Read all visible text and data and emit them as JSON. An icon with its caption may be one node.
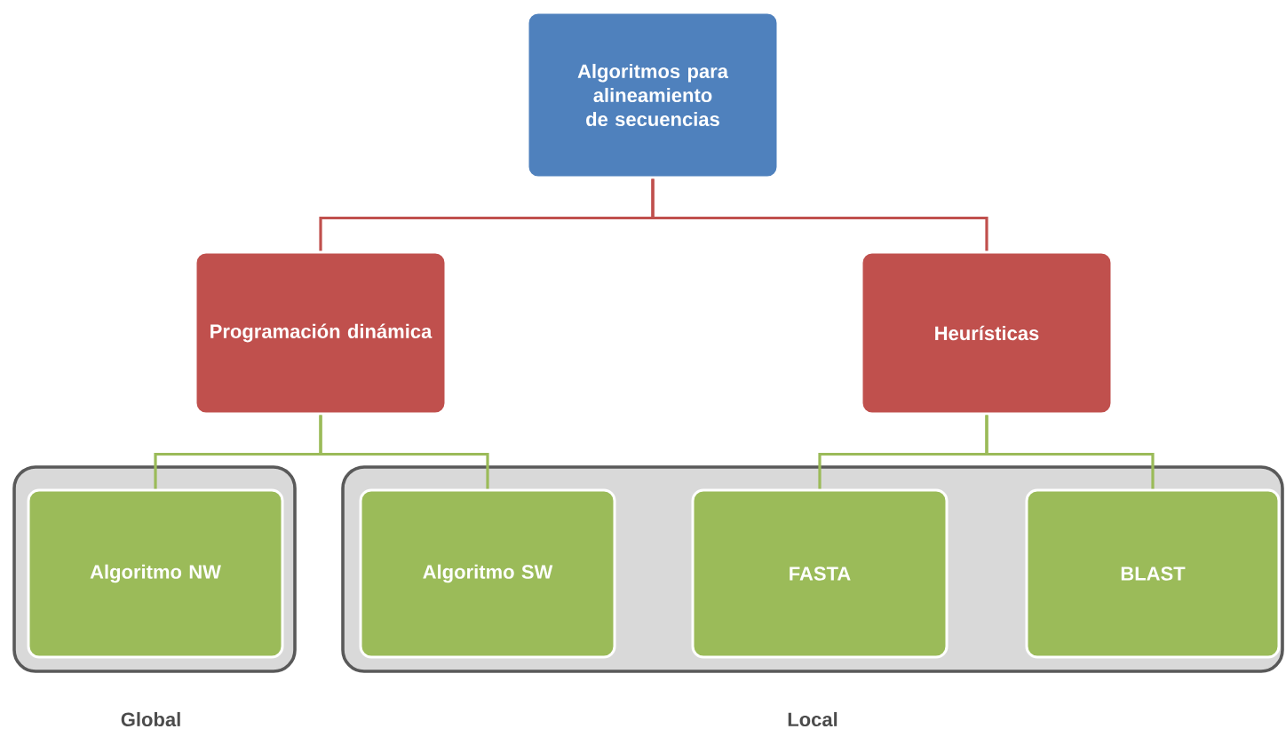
{
  "diagram": {
    "nodes": [
      {
        "text": [
          "Algoritmos para alineamiento de secuencias"
        ]
      },
      {
        "text": [
          "Programación dinámica"
        ]
      },
      {
        "text": [
          "Heurísticas"
        ]
      },
      {
        "text": [
          "Global"
        ]
      },
      {
        "text": [
          "Local"
        ]
      },
      {
        "text": [
          "Algoritmo NW"
        ],
        "in": 3
      },
      {
        "text": [
          "Algoritmo SW"
        ],
        "in": 4
      },
      {
        "text": [
          "FASTA"
        ],
        "in": 4
      },
      {
        "text": [
          "BLAST"
        ],
        "in": 4
      }
    ],
    "edges": [
      {
        "from": 0,
        "to": 1,
        "arrow": "none",
        "color": "#c0504d"
      },
      {
        "from": 0,
        "to": 2,
        "arrow": "none",
        "color": "#c0504d"
      },
      {
        "from": 1,
        "to": 5,
        "arrow": "none"
      },
      {
        "from": 1,
        "to": 6,
        "arrow": "none"
      },
      {
        "from": 2,
        "to": 7,
        "arrow": "none"
      },
      {
        "from": 2,
        "to": 8,
        "arrow": "none"
      }
    ]
  }
}
